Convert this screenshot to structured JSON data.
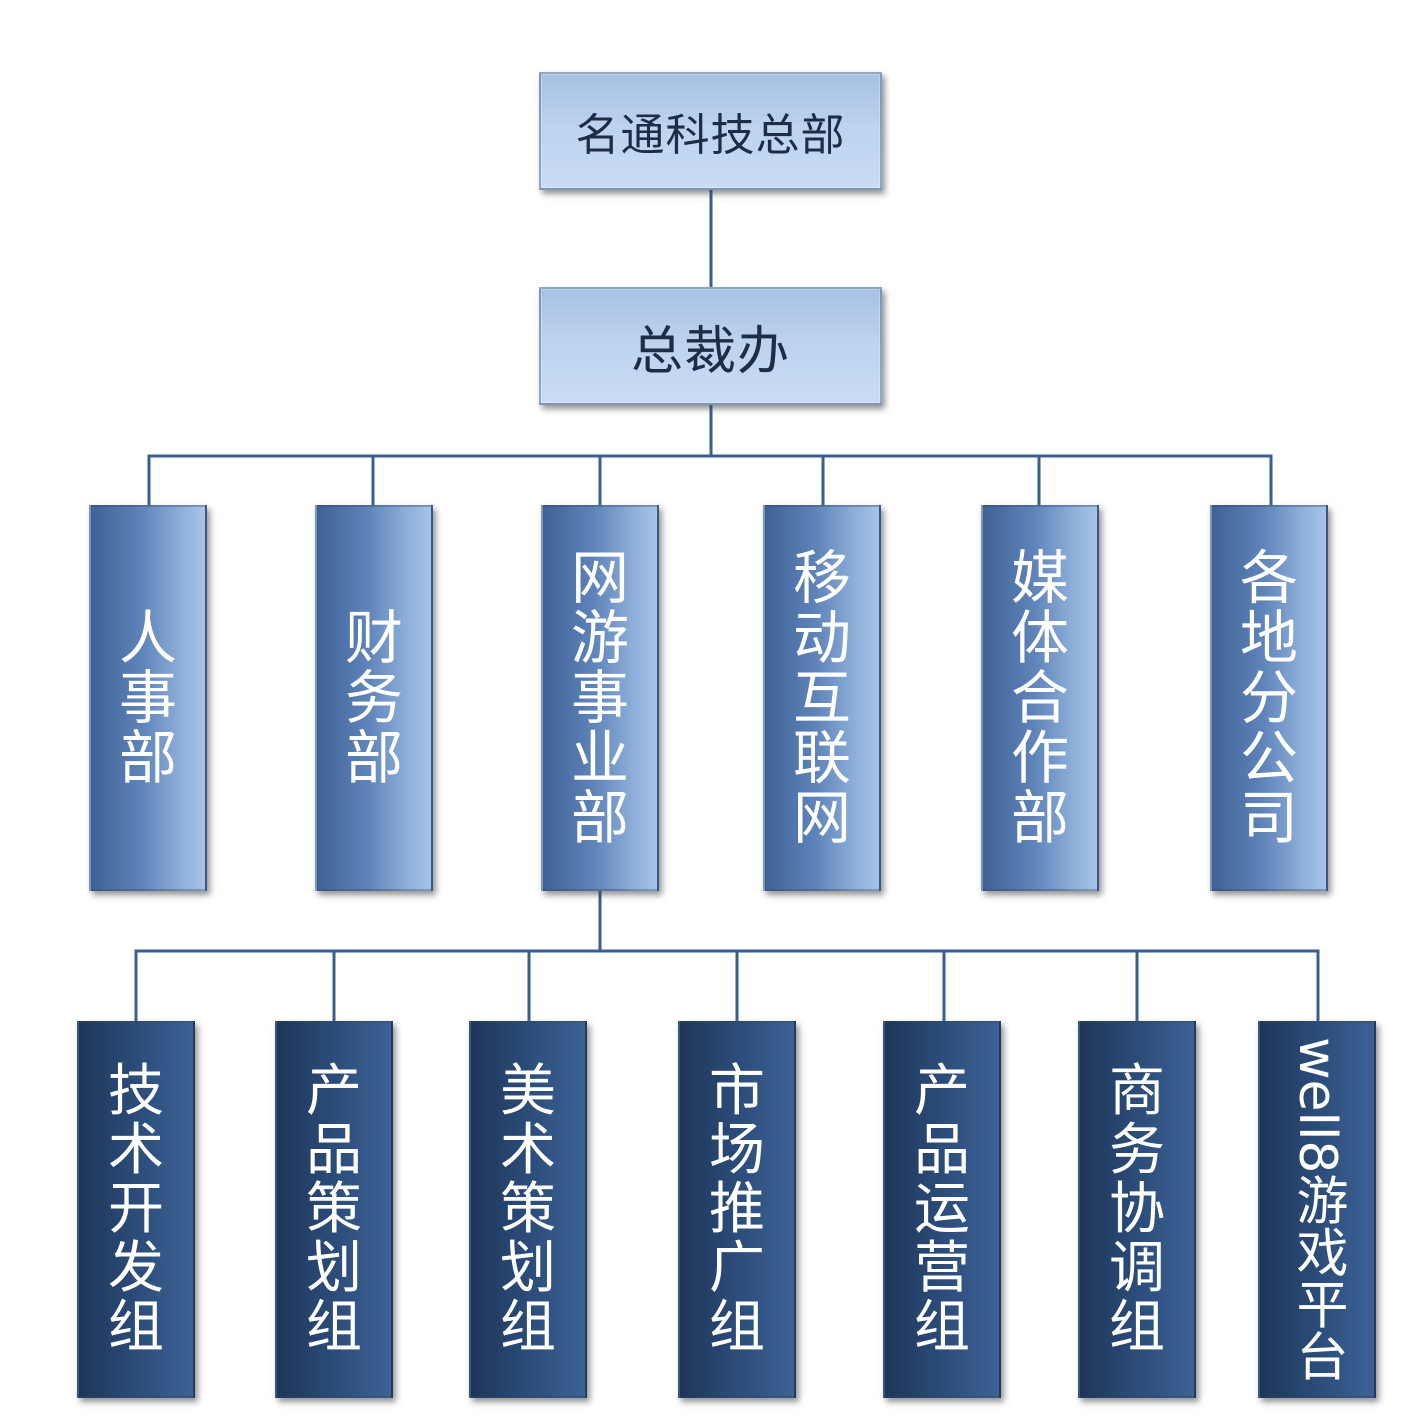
{
  "root": {
    "label": "名通科技总部"
  },
  "office": {
    "label": "总裁办"
  },
  "departments": [
    {
      "id": "hr",
      "label": "人事部"
    },
    {
      "id": "finance",
      "label": "财务部"
    },
    {
      "id": "online-games",
      "label": "网游事业部"
    },
    {
      "id": "mobile-internet",
      "label": "移动互联网"
    },
    {
      "id": "media-partnership",
      "label": "媒体合作部"
    },
    {
      "id": "branches",
      "label": "各地分公司"
    }
  ],
  "groups": [
    {
      "id": "tech-dev",
      "label": "技术开发组"
    },
    {
      "id": "product-planning",
      "label": "产品策划组"
    },
    {
      "id": "art-planning",
      "label": "美术策划组"
    },
    {
      "id": "marketing",
      "label": "市场推广组"
    },
    {
      "id": "product-operations",
      "label": "产品运营组"
    },
    {
      "id": "business-coordination",
      "label": "商务协调组"
    },
    {
      "id": "well8-platform",
      "label": "well8游戏平台"
    }
  ],
  "colors": {
    "connector": "#3a5f8f",
    "top_box": "#bcd2ee",
    "mid_box": "#5f84b9",
    "bottom_box": "#2a4a76",
    "top_text": "#1e2d46",
    "box_text": "#ffffff"
  }
}
